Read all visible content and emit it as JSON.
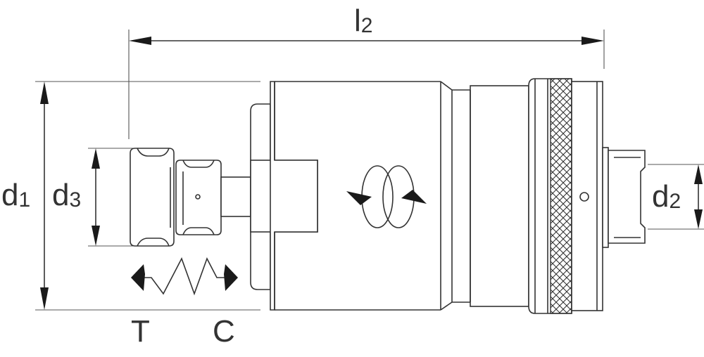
{
  "labels": {
    "l2": {
      "main": "l",
      "sub": "2"
    },
    "d1": {
      "main": "d",
      "sub": "1"
    },
    "d2": {
      "main": "d",
      "sub": "2"
    },
    "d3": {
      "main": "d",
      "sub": "3"
    },
    "T": "T",
    "C": "C"
  },
  "colors": {
    "line": "#333333",
    "arrow": "#1a1a1a",
    "background": "#ffffff"
  },
  "icons": [
    "rotation-icon",
    "tension-compression-spring-icon",
    "knurl-pattern"
  ]
}
